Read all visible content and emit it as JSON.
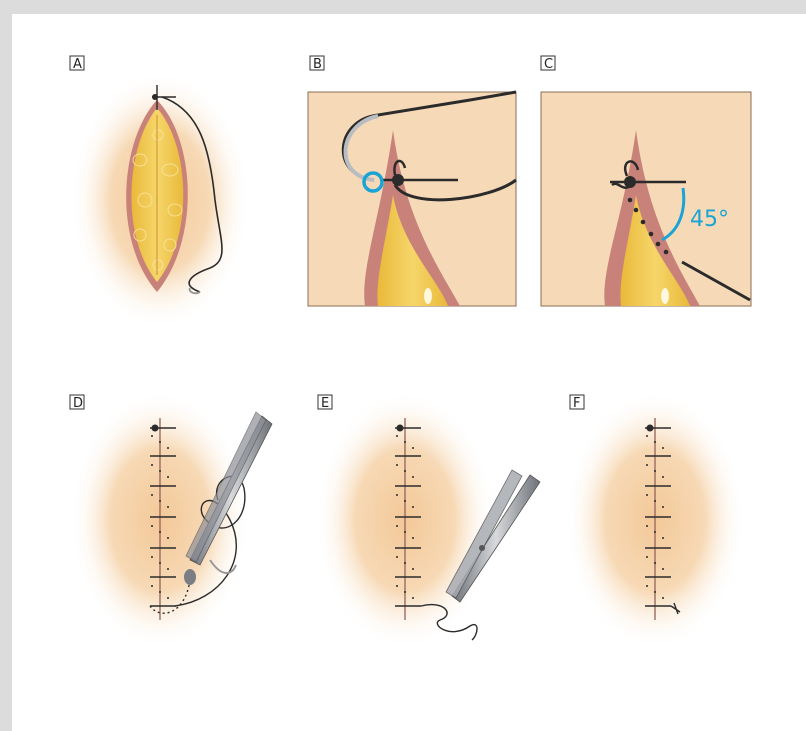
{
  "figure": {
    "panels": [
      {
        "id": "A",
        "label": "A"
      },
      {
        "id": "B",
        "label": "B"
      },
      {
        "id": "C",
        "label": "C"
      },
      {
        "id": "D",
        "label": "D"
      },
      {
        "id": "E",
        "label": "E"
      },
      {
        "id": "F",
        "label": "F"
      }
    ],
    "angle_label": "45°"
  },
  "colors": {
    "page_background": "#dcdcdc",
    "canvas": "#ffffff",
    "skin": "#f5d3a8",
    "skin_glow": "#fbe7cd",
    "wound_edge": "#c9827a",
    "fat": "#f1c94e",
    "suture": "#2b2b2b",
    "accent": "#1aa3d6"
  }
}
